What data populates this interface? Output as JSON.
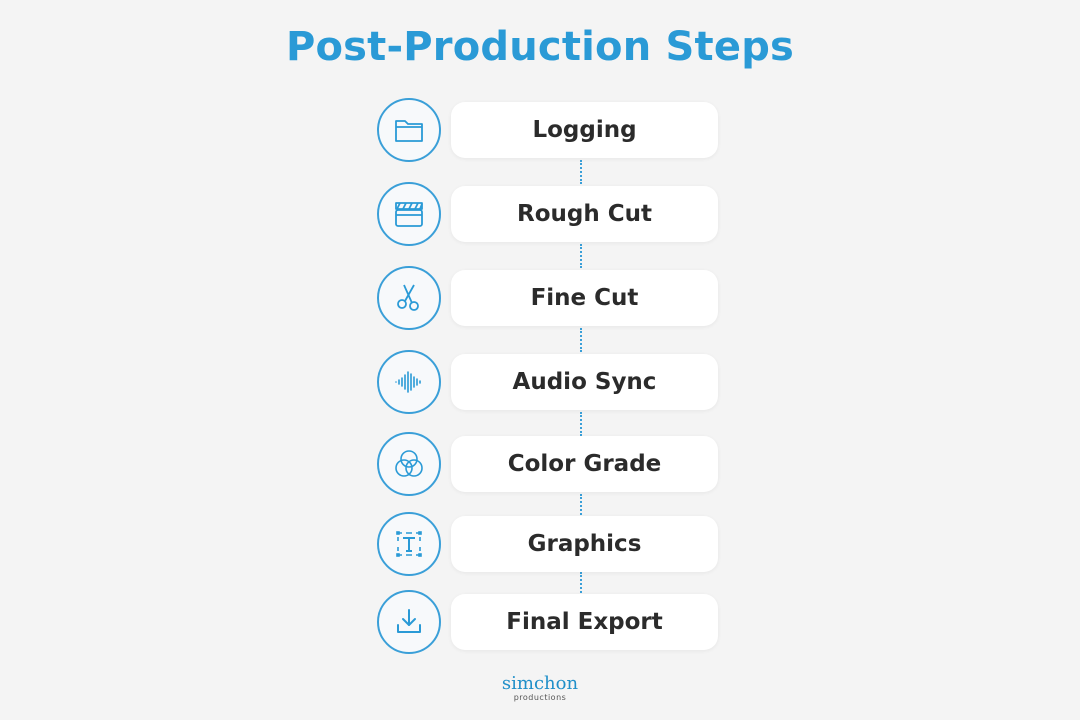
{
  "title": "Post-Production Steps",
  "accent_color": "#2a9ad6",
  "steps": [
    {
      "label": "Logging",
      "icon": "folder-icon"
    },
    {
      "label": "Rough Cut",
      "icon": "clapperboard-icon"
    },
    {
      "label": "Fine Cut",
      "icon": "scissors-icon"
    },
    {
      "label": "Audio Sync",
      "icon": "waveform-icon"
    },
    {
      "label": "Color Grade",
      "icon": "color-circles-icon"
    },
    {
      "label": "Graphics",
      "icon": "text-frame-icon"
    },
    {
      "label": "Final Export",
      "icon": "download-icon"
    }
  ],
  "logo": {
    "name": "simchon",
    "subtitle": "productions"
  }
}
